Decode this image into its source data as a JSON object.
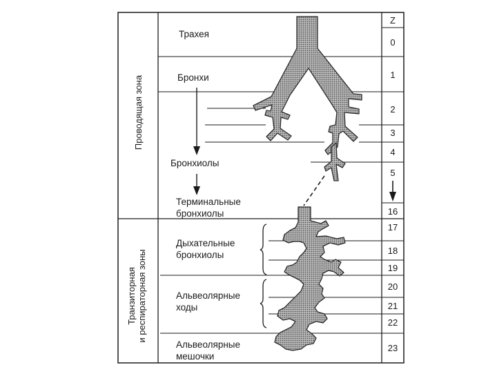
{
  "z_header": "Z",
  "zones": {
    "conducting": "Проводящая зона",
    "transitional_line1": "Транзиторная",
    "transitional_line2": "и респираторная зоны"
  },
  "labels": {
    "trachea": "Трахея",
    "bronchi": "Бронхи",
    "bronchioles": "Бронхиолы",
    "terminal_line1": "Терминальные",
    "terminal_line2": "бронхиолы",
    "respiratory_line1": "Дыхательные",
    "respiratory_line2": "бронхиолы",
    "alveolar_ducts_line1": "Альвеолярные",
    "alveolar_ducts_line2": "ходы",
    "alveolar_sacs_line1": "Альвеолярные",
    "alveolar_sacs_line2": "мешочки"
  },
  "generations": [
    "0",
    "1",
    "2",
    "3",
    "4",
    "5",
    "16",
    "17",
    "18",
    "19",
    "20",
    "21",
    "22",
    "23"
  ],
  "colors": {
    "line": "#1a1a1a",
    "airway_fill": "#9a9a9a",
    "airway_stroke": "#2a2a2a"
  }
}
